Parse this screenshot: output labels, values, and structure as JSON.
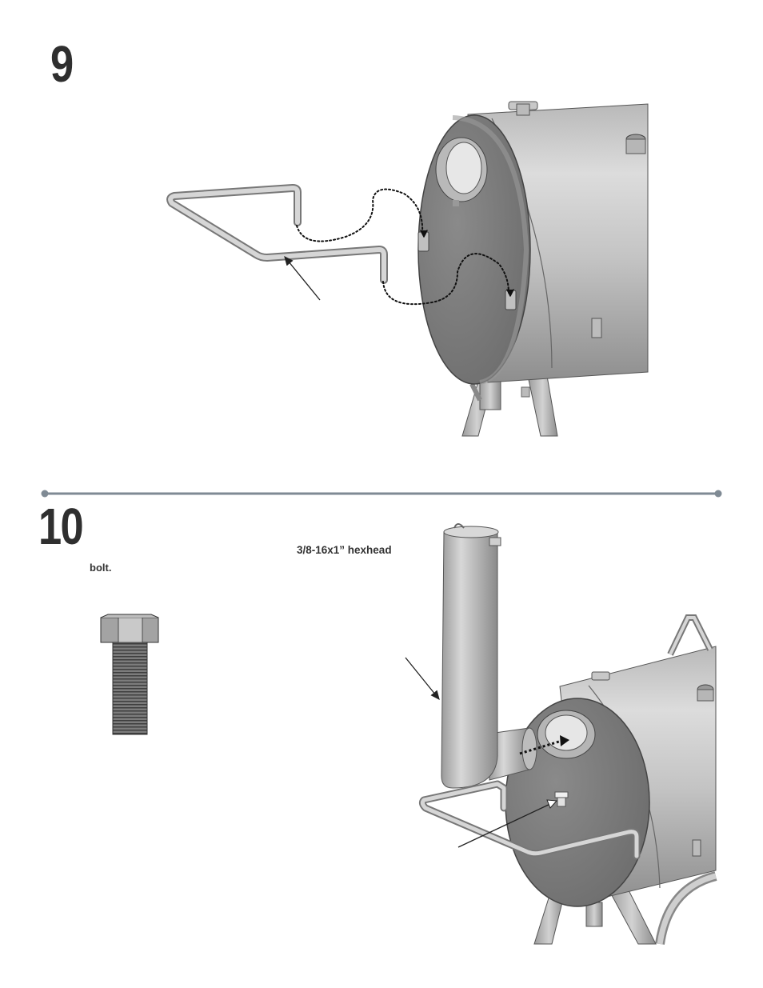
{
  "steps": [
    {
      "number": "9"
    },
    {
      "number": "10",
      "caption": "bolt.",
      "part_label": "3/8-16x1” hexhead"
    }
  ],
  "colors": {
    "metal_light": "#d4d4d4",
    "metal_mid": "#a9a9a9",
    "metal_dark": "#6e6e6e",
    "divider": "#7f8a94",
    "outline": "#3a3a3a"
  },
  "icons": [
    "hex-bolt-icon",
    "smoker-firebox-illustration",
    "handle-illustration",
    "smokestack-illustration",
    "pointer-arrow-icon"
  ]
}
